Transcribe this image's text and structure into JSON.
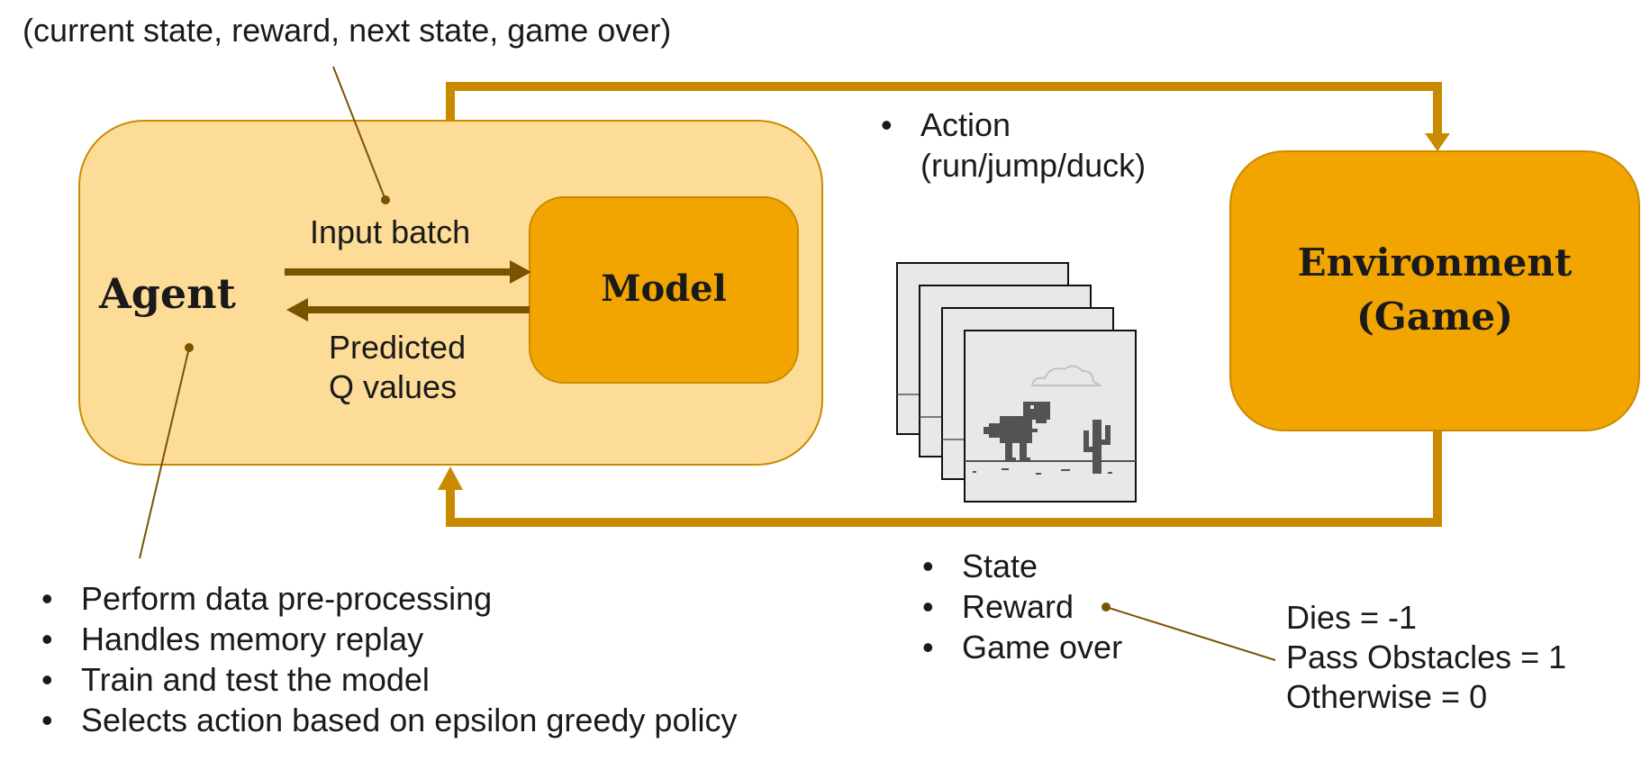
{
  "colors": {
    "agent_fill": "#fddc97",
    "box_fill": "#f2a500",
    "box_stroke": "#c98a00",
    "flow_arrow": "#c98a00",
    "inner_arrow": "#7a5300",
    "leader_line": "#7a5300"
  },
  "tuple_label": "(current state, reward, next state, game over)",
  "agent": {
    "label": "Agent"
  },
  "model": {
    "label": "Model"
  },
  "environment": {
    "line1": "Environment",
    "line2": "(Game)"
  },
  "input_batch_label": "Input batch",
  "predicted": {
    "line1": "Predicted",
    "line2": "Q values"
  },
  "action": {
    "line1": "Action",
    "line2": "(run/jump/duck)"
  },
  "observations": [
    "State",
    "Reward",
    "Game over"
  ],
  "rewards": [
    "Dies = -1",
    "Pass Obstacles = 1",
    "Otherwise = 0"
  ],
  "agent_duties": [
    "Perform data pre-processing",
    "Handles memory replay",
    "Train and test the model",
    "Selects action based on epsilon greedy policy"
  ],
  "frames_icon": "dino-game-frames"
}
